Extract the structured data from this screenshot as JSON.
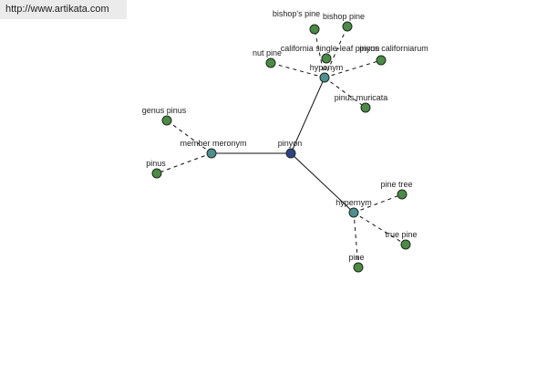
{
  "site": {
    "url_text": "http://www.artikata.com"
  },
  "colors": {
    "root_node": "#2f4383",
    "relation_node": "#4f8f8f",
    "leaf_node": "#4c8a46",
    "edge": "#111111",
    "banner_background": "#ebebeb"
  },
  "graph": {
    "nodes": [
      {
        "id": "pinyon",
        "label": "pinyon",
        "kind": "root"
      },
      {
        "id": "hyponym",
        "label": "hyponym",
        "kind": "relation"
      },
      {
        "id": "member-meronym",
        "label": "member meronym",
        "kind": "relation"
      },
      {
        "id": "hypernym",
        "label": "hypernym",
        "kind": "relation"
      },
      {
        "id": "bishops-pine-1",
        "label": "bishop's pine",
        "kind": "leaf"
      },
      {
        "id": "bishop-pine",
        "label": "bishop pine",
        "kind": "leaf"
      },
      {
        "id": "nut-pine",
        "label": "nut pine",
        "kind": "leaf"
      },
      {
        "id": "california-single-leaf-pinyon",
        "label": "california single-leaf pinyon",
        "kind": "leaf"
      },
      {
        "id": "pinus-californiarum",
        "label": "pinus californiarum",
        "kind": "leaf"
      },
      {
        "id": "pinus-muricata",
        "label": "pinus muricata",
        "kind": "leaf"
      },
      {
        "id": "genus-pinus",
        "label": "genus pinus",
        "kind": "leaf"
      },
      {
        "id": "pinus",
        "label": "pinus",
        "kind": "leaf"
      },
      {
        "id": "pine-tree",
        "label": "pine tree",
        "kind": "leaf"
      },
      {
        "id": "true-pine",
        "label": "true pine",
        "kind": "leaf"
      },
      {
        "id": "pine",
        "label": "pine",
        "kind": "leaf"
      }
    ],
    "edges": [
      {
        "from": "pinyon",
        "to": "hyponym",
        "style": "solid"
      },
      {
        "from": "pinyon",
        "to": "member-meronym",
        "style": "solid"
      },
      {
        "from": "pinyon",
        "to": "hypernym",
        "style": "solid"
      },
      {
        "from": "hyponym",
        "to": "bishops-pine-1",
        "style": "dashed"
      },
      {
        "from": "hyponym",
        "to": "bishop-pine",
        "style": "dashed"
      },
      {
        "from": "hyponym",
        "to": "nut-pine",
        "style": "dashed"
      },
      {
        "from": "hyponym",
        "to": "california-single-leaf-pinyon",
        "style": "dashed"
      },
      {
        "from": "hyponym",
        "to": "pinus-californiarum",
        "style": "dashed"
      },
      {
        "from": "hyponym",
        "to": "pinus-muricata",
        "style": "dashed"
      },
      {
        "from": "member-meronym",
        "to": "genus-pinus",
        "style": "dashed"
      },
      {
        "from": "member-meronym",
        "to": "pinus",
        "style": "dashed"
      },
      {
        "from": "hypernym",
        "to": "pine-tree",
        "style": "dashed"
      },
      {
        "from": "hypernym",
        "to": "true-pine",
        "style": "dashed"
      },
      {
        "from": "hypernym",
        "to": "pine",
        "style": "dashed"
      }
    ]
  }
}
